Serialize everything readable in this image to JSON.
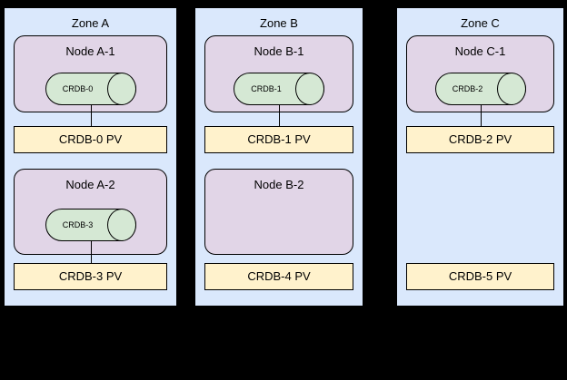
{
  "zones": [
    {
      "label": "Zone A",
      "node1": {
        "label": "Node A-1",
        "pod": "CRDB-0"
      },
      "pv1": "CRDB-0 PV",
      "node2": {
        "label": "Node A-2",
        "pod": "CRDB-3"
      },
      "pv2": "CRDB-3 PV"
    },
    {
      "label": "Zone B",
      "node1": {
        "label": "Node B-1",
        "pod": "CRDB-1"
      },
      "pv1": "CRDB-1 PV",
      "node2": {
        "label": "Node B-2"
      },
      "pv2": "CRDB-4 PV"
    },
    {
      "label": "Zone C",
      "node1": {
        "label": "Node C-1",
        "pod": "CRDB-2"
      },
      "pv1": "CRDB-2 PV",
      "pv2": "CRDB-5 PV"
    }
  ],
  "colors": {
    "background": "#000000",
    "zone_fill": "#dae8fc",
    "node_fill": "#e1d5e7",
    "pod_fill": "#d5e8d4",
    "pv_fill": "#fff2cc",
    "border": "#000000"
  }
}
